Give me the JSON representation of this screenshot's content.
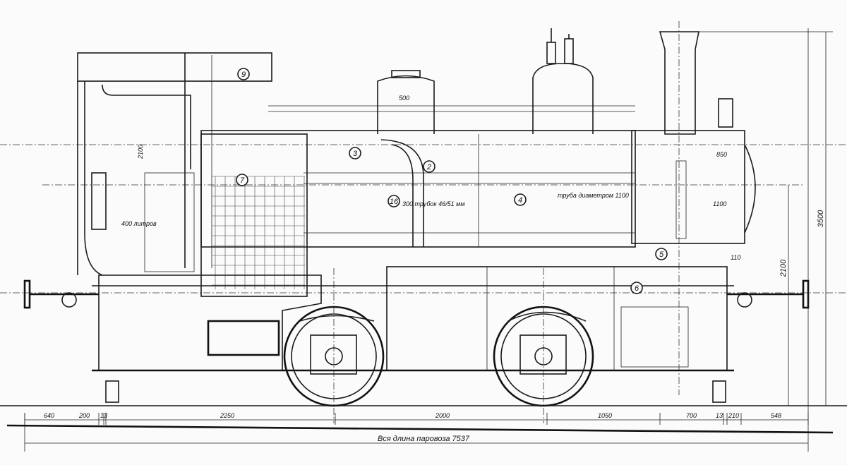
{
  "drawing": {
    "caption": "Вся длина паровоза 7537",
    "length_dimensions": [
      "640",
      "200",
      "13",
      "2250",
      "2000",
      "1050",
      "700",
      "13",
      "210",
      "548"
    ],
    "height_dimensions": {
      "overall": "3500",
      "buffer": "2100"
    },
    "part_numbers": [
      "9",
      "3",
      "2",
      "7",
      "16",
      "4",
      "5",
      "6"
    ],
    "annotations": {
      "boiler_tubes": "300 трубок 46/51 мм",
      "smokebox": "труба диаметром 1100",
      "tank_left": "400 литров",
      "cab_height": "2100",
      "dome_width": "500",
      "smokebox_len": "850",
      "smokebox_h": "1100",
      "frame": "110"
    }
  }
}
